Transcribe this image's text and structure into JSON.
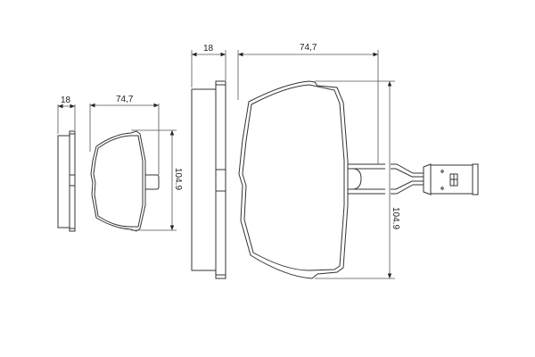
{
  "diagram": {
    "subject": "brake pad set technical drawing",
    "colors": {
      "line": "#333333",
      "dimension_line": "#555555",
      "background": "#ffffff"
    },
    "small_pad": {
      "thickness_label": "18",
      "width_label": "74,7",
      "height_label": "104.9"
    },
    "large_pad": {
      "thickness_label": "18",
      "width_label": "74,7",
      "height_label": "104.9",
      "has_wear_sensor": true
    }
  }
}
